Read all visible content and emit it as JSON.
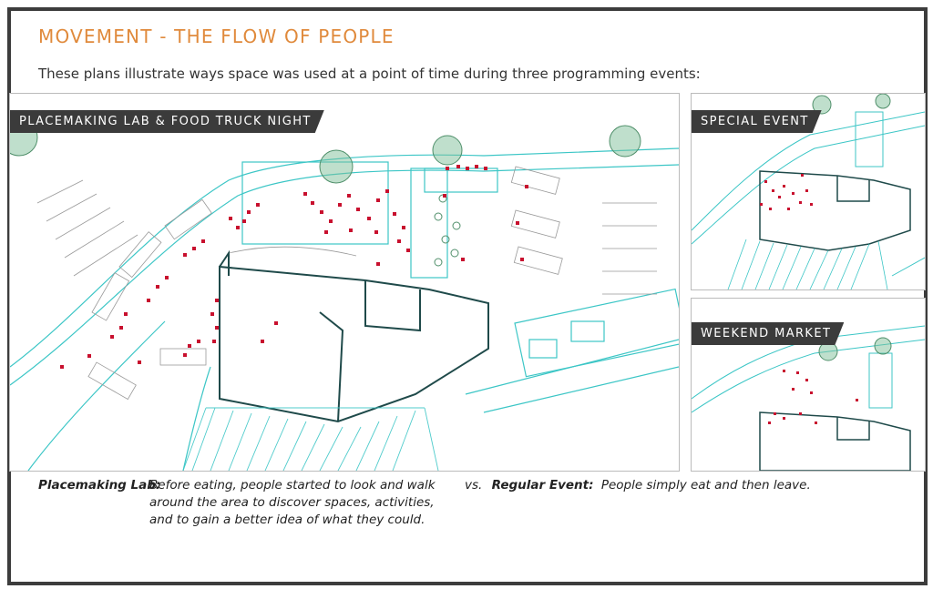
{
  "title": "MOVEMENT - THE FLOW OF PEOPLE",
  "subtitle": "These plans illustrate ways space was used at a point of time during three programming events:",
  "panels": {
    "main": "PLACEMAKING LAB & FOOD TRUCK NIGHT",
    "special": "SPECIAL EVENT",
    "weekend": "WEEKEND MARKET"
  },
  "caption": {
    "left_label": "Placemaking Lab:",
    "left_line1": "Before eating, people started to look and walk",
    "left_line2": "around the area to discover spaces, activities,",
    "left_line3": "and to gain a better idea of what they could.",
    "vs": "vs.",
    "right_label": "Regular Event:",
    "right_text": "People simply eat and then leave."
  },
  "colors": {
    "accent": "#e08a3c",
    "people": "#c8102e",
    "site_lines": "#3cc6c6",
    "building": "#1f4a4a",
    "tree": "#7fbf9a"
  }
}
